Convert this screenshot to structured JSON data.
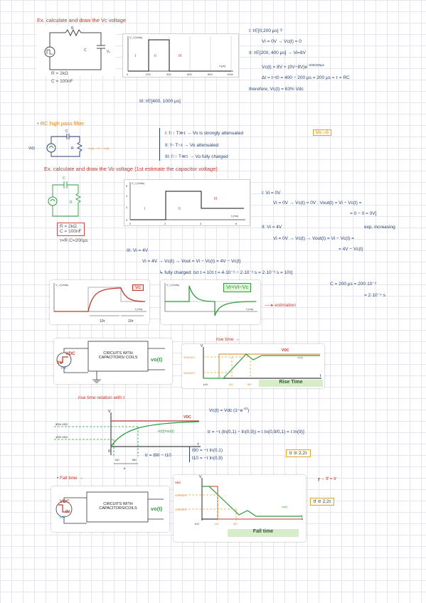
{
  "sec1": {
    "ex_title": "Ex. calculate and draw the Vc voltage",
    "components": [
      "R = 2kΩ",
      "C = 100nF"
    ],
    "circuit_labels": {
      "r": "R",
      "c": "C",
      "vo": "V₀"
    },
    "plot_ylabel": "V_i (Volts)",
    "plot_xlabel": "t (μs)",
    "plot_xticks": [
      "0",
      "200",
      "400",
      "600",
      "800",
      "1000"
    ],
    "case1": "I: t∈[0,200 μs] ?",
    "case1a": "Vi = 0V → Vc(t) = 0",
    "case2": "II: t∈[200, 400 μs] → Vi=8V",
    "case2a": "Vc(t) = 8V + (0V−8V)e",
    "case2exp": "−200/200μs",
    "case2b": "Δt = t−t0 = 400 − 200 μs = 200 μs = τ = RC",
    "case2c": "therefore, Vc(t) = 63% Vdc",
    "case3": "III: t∈[400, 1000 μs]",
    "roman": [
      "I",
      "II",
      "III"
    ]
  },
  "sec2": {
    "bullet": "• RC high pass filter",
    "vin_label": "Vi(t)",
    "vout_label": "Vo(t) = Vi − Vc(t)",
    "comp_c": "C",
    "comp_r": "R",
    "rule1": "I: f↑↑  T≫τ → Vo is strongly attenuated",
    "rule1_box": "Vo→0",
    "rule2": "II: f~  T~τ → Vo attenuated",
    "rule3": "III: f↑↑  T≪τ → Vo fully charged",
    "ex_title": "Ex. calculate and draw the Vo voltage (1st estimate the capacitor voltage)",
    "components": [
      "R = 2kΩ",
      "C = 100nF"
    ],
    "tau": "τ=R·C=200μs",
    "plot_ylabel": "V_i (Volts)",
    "plot_xlabel": "t (ms)",
    "plot_yticks": [
      "6",
      "4",
      "2",
      "0"
    ],
    "plot_xticks": [
      "0",
      "2",
      "4",
      "6"
    ],
    "roman": [
      "I",
      "II",
      "III"
    ],
    "r1": "I: Vi = 0V",
    "r1a": "Vi = 0V → Vc(t) = 0V ; Vout(t) = Vi − Vc(t) =",
    "r1b": "= 0 − 0 = 0V]",
    "r2": "II: Vi = 4V",
    "r2note": "exp. increasing",
    "r2a": "Vi = 0V → Vc(t) → Vout(t) = Vi − Vc(t) =",
    "r2b": "= 4V − Vc(t)",
    "r3": "III: Vi = 4V",
    "r3a": "Vi = 4V → Vc(t) → Vout = Vi − Vc(t) = 4V − Vc(t)",
    "r3b": "↳ fully charged: t≥τ    t = 10τ    t = 4·10⁻³ − 2·10⁻³ s = 2·10⁻³ s = 10τ]",
    "r3c": "C = 200 μs = 200·10⁻⁶",
    "r3d": "= 2·10⁻⁴ s"
  },
  "graphs": {
    "vc_tag": "Vc",
    "vr_tag": "Vr=Vi−Vc",
    "ten_tau": [
      "10τ",
      "10τ"
    ],
    "estimation": "estimation",
    "ylabel": "V_i (Volts)",
    "xlabel": "t (ms)"
  },
  "rise": {
    "box_label": "CIRCUITS WITH CAPACITORS/ COILS",
    "vdc": "VDC",
    "zero_v": "0V",
    "t0": "t=0",
    "vo": "vo(t)",
    "rise_time_note": "rise time →",
    "pct90": "90%VDC",
    "pct10": "10%VDC",
    "t_axis": "t",
    "v_axis": "V",
    "t10": "t10",
    "t90": "t90",
    "banner": "Rise Time",
    "relation": "rise time relation with τ",
    "vc_eq": "Vc(t) = Vdc (1−e",
    "vc_eq_exp": "−t/τ",
    "vc_eq_end": ")",
    "g_vdc": "VDC",
    "g_vc": "vc(t)=vo(t)",
    "g_90": "90% VDC",
    "g_10": "10% VDC",
    "g_zero": "0",
    "g_t10": "t10",
    "g_t90": "t90",
    "g_tr": "tr",
    "tr_eq": "tr = −τ (ln(0,1) − ln(0,9)) = τ ln(0,9/0,1) = τ ln(9)]",
    "tr_def": "tr = t90 − t10",
    "t90_def": "t90 = −τ ln(0,1)",
    "t10_def": "t10 = −τ ln(0,9)",
    "tr_box": "tr ≅ 2,2τ"
  },
  "fall": {
    "bullet": "• Fall time →",
    "box_label": "CIRCUITS WITH CAPACITORS/COILS",
    "vdc": "VDC",
    "zero_v": "0V",
    "t0": "t=0",
    "vo": "vo(t)",
    "v_axis": "V",
    "t_axis": "t",
    "pct90": "90%VDC",
    "pct10": "10%VDC",
    "t10": "t10",
    "t90": "t90",
    "banner": "Fall time",
    "tf_eq": "tf = tr",
    "tf_box": "tf ≅ 2,2τ"
  },
  "colors": {
    "ink": "#2b3f6e",
    "red": "#c0392b",
    "orange": "#d9822b",
    "green": "#2e9b3e"
  }
}
